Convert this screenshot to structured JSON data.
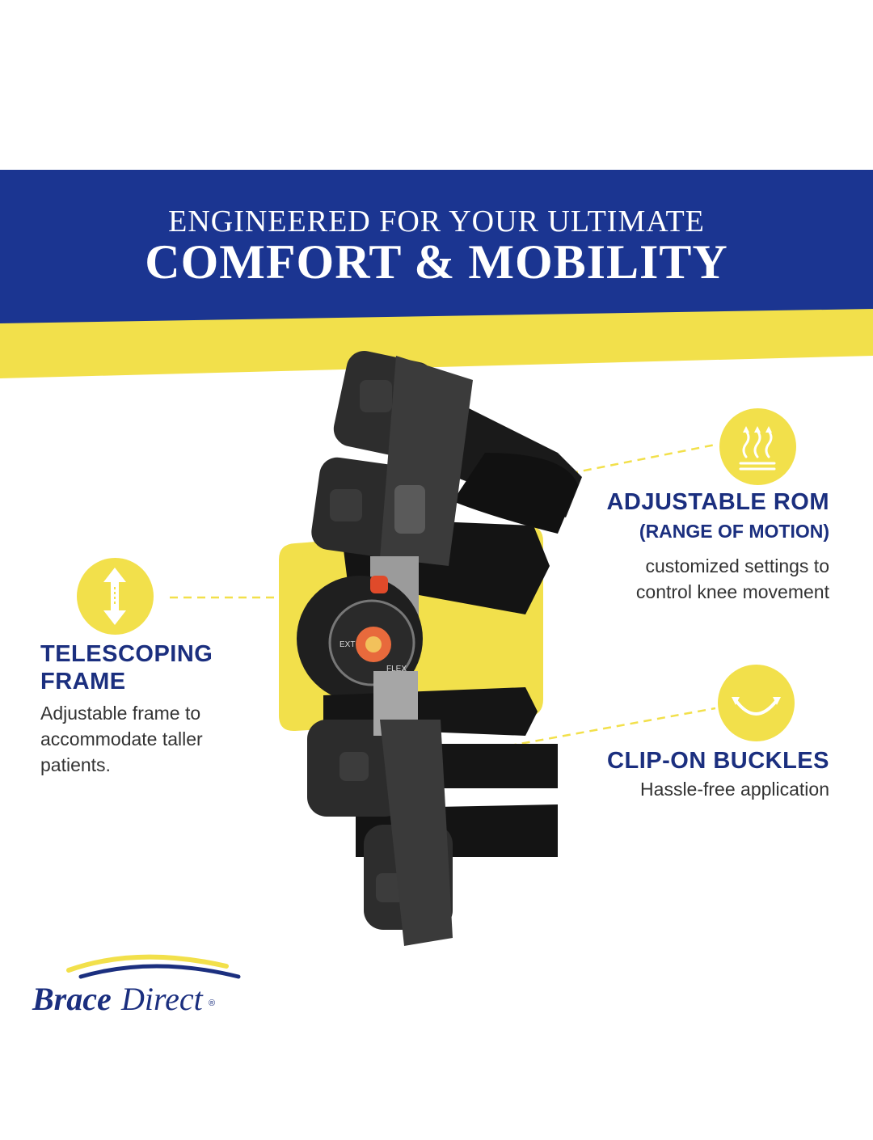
{
  "banner": {
    "line1": "ENGINEERED FOR YOUR ULTIMATE",
    "line2": "COMFORT & MOBILITY",
    "colors": {
      "blue": "#1b3591",
      "yellow": "#f2e04b"
    }
  },
  "product": {
    "icon": "knee-brace-image",
    "dial_labels": [
      "EXT",
      "FLEX"
    ]
  },
  "features": {
    "telescoping": {
      "icon": "up-down-arrow-icon",
      "title_line1": "TELESCOPING",
      "title_line2": "FRAME",
      "desc_line1": "Adjustable frame to",
      "desc_line2": "accommodate taller",
      "desc_line3": "patients."
    },
    "rom": {
      "icon": "heat-waves-icon",
      "title": "ADJUSTABLE ROM",
      "subtitle": "(RANGE OF MOTION)",
      "desc_line1": "customized settings to",
      "desc_line2": "control knee movement"
    },
    "buckles": {
      "icon": "smile-curve-icon",
      "title": "CLIP-ON BUCKLES",
      "desc": "Hassle-free application"
    }
  },
  "logo": {
    "word1": "Brace",
    "word2": "Direct",
    "mark": "®"
  }
}
